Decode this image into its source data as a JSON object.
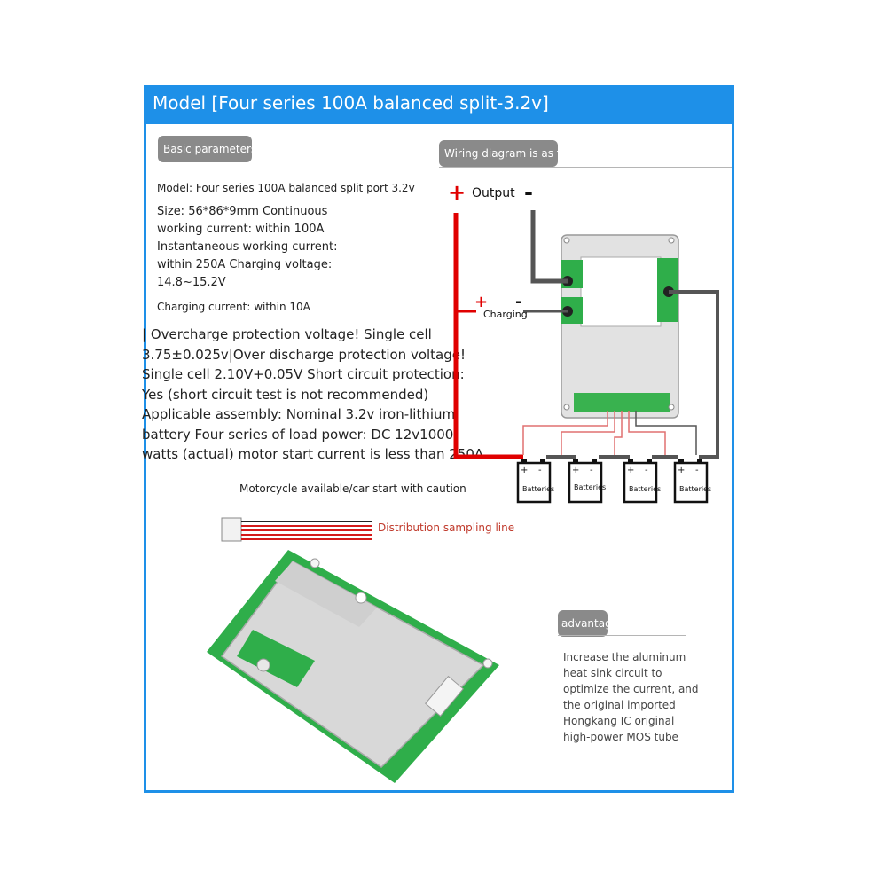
{
  "title": "Model [Four series 100A balanced split-3.2v]",
  "basic": {
    "heading": "Basic parameters",
    "model_line": "Model: Four series 100A balanced split port 3.2v",
    "size_lines": [
      "Size: 56*86*9mm Continuous",
      "working current: within 100A",
      "Instantaneous working current:",
      "within 250A Charging voltage:",
      "14.8~15.2V"
    ],
    "charging_current": "Charging current: within 10A",
    "protection_lines": [
      "| Overcharge protection voltage! Single cell",
      "3.75±0.025v|Over discharge protection voltage!",
      "Single cell 2.10V+0.05V Short circuit protection:",
      "Yes (short circuit test is not recommended)",
      "Applicable assembly: Nominal 3.2v iron-lithium",
      "battery Four series of load power: DC 12v1000",
      "watts (actual) motor start current is less than 250A"
    ],
    "motorcycle_note": "Motorcycle available/car start with caution"
  },
  "wiring": {
    "heading": "Wiring diagram is as follows",
    "output_label": "Output",
    "charging_label": "Charging",
    "plus_symbol": "+",
    "minus_symbol": "-",
    "battery_label": "Batteries",
    "colors": {
      "positive": "#e00000",
      "negative": "#555555",
      "balance": "#e07070"
    }
  },
  "sampling_line_label": "Distribution sampling line",
  "advantage": {
    "heading": "advantage",
    "lines": [
      "Increase the aluminum",
      "heat sink circuit to",
      "optimize the current, and",
      "the original imported",
      "Hongkang IC original",
      "high-power MOS tube"
    ]
  },
  "colors": {
    "accent": "#1e90e8",
    "pill": "#8a8a8a",
    "pcb_green": "#2fae4a",
    "aluminum": "#d8d8d8"
  }
}
